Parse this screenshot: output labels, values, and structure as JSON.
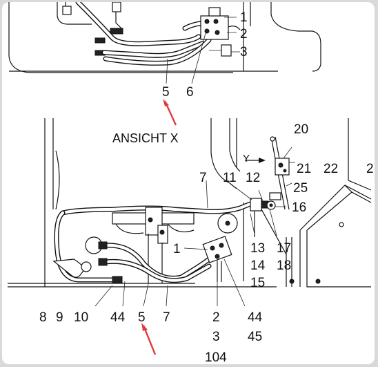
{
  "view_title": "ANSICHT  X",
  "direction_label": "Y",
  "top_callouts": [
    "1",
    "2",
    "3",
    "5",
    "6"
  ],
  "bottom_callouts": {
    "right_top": [
      "20",
      "21",
      "22",
      "2",
      "25"
    ],
    "center_top": [
      "7",
      "11",
      "12",
      "16"
    ],
    "right_mid": [
      "13",
      "14",
      "15",
      "17",
      "18"
    ],
    "left_mid": [
      "1"
    ],
    "bottom_row": [
      "8",
      "9",
      "10",
      "44",
      "5",
      "7",
      "2",
      "3",
      "104",
      "44",
      "45"
    ]
  },
  "colors": {
    "line": "#111111",
    "highlight_arrow": "#e03c3c",
    "background": "#ffffff"
  }
}
